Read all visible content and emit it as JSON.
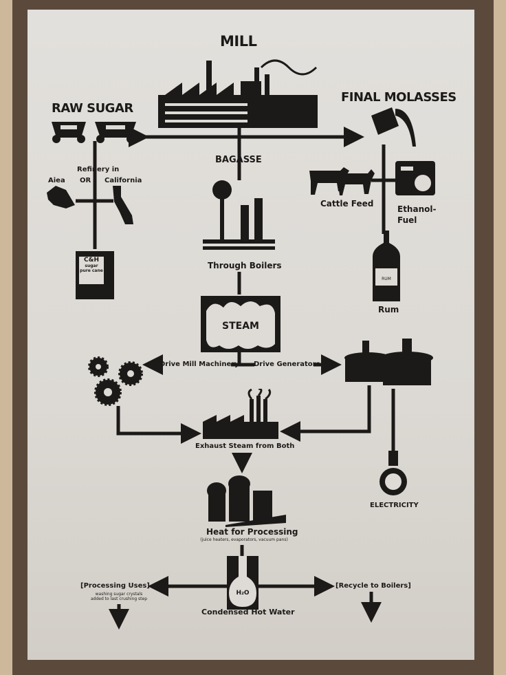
{
  "title": "MILL",
  "nodes": {
    "raw_sugar": "RAW SUGAR",
    "final_molasses": "FINAL MOLASSES",
    "bagasse": "BAGASSE",
    "refinery_in": "Refinery in",
    "or": "OR",
    "aiea": "Aiea",
    "california": "California",
    "cattle_feed": "Cattle Feed",
    "ethanol_fuel": "Ethanol-\nFuel",
    "rum": "Rum",
    "through_boilers": "Through Boilers",
    "steam": "STEAM",
    "drive_mill": "Drive Mill Machinery",
    "drive_generators": "Drive Generators",
    "exhaust_steam": "Exhaust Steam from Both",
    "electricity": "ELECTRICITY",
    "heat_processing": "Heat for Processing",
    "heat_processing_sub": "(juice heaters, evaporators, vacuum pans)",
    "h2o": "H₂O",
    "condensed_hot_water": "Condensed Hot Water",
    "processing_uses": "[Processing Uses]",
    "processing_uses_sub": "washing sugar crystals\nadded to last crushing step",
    "recycle_boilers": "[Recycle to Boilers]"
  },
  "sugar_box": {
    "brand": "C&H",
    "line1": "sugar",
    "line2": "pure cane"
  },
  "rum_label": "RUM",
  "colors": {
    "ink": "#1c1a18",
    "panel": "#dedbd6",
    "frame": "#5b4a3c"
  }
}
